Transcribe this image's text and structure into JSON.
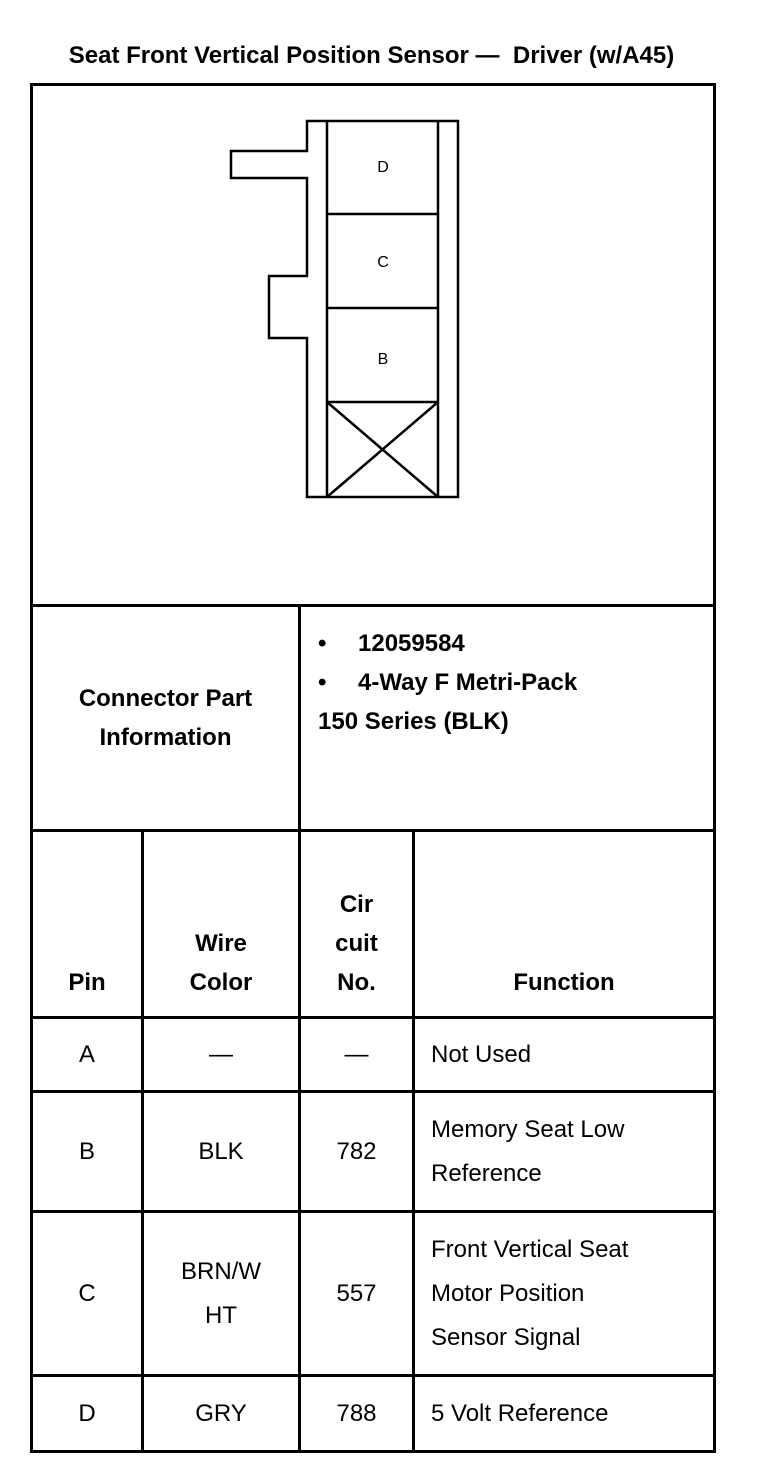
{
  "title": "Seat Front Vertical Position Sensor —  Driver (w/A45)",
  "connector_diagram": {
    "cavity_labels": [
      "D",
      "C",
      "B"
    ],
    "blocked_cavity": "A"
  },
  "connector_part_information": {
    "label_line1": "Connector Part",
    "label_line2": "Information",
    "bullet_symbol": "•",
    "part_number": "12059584",
    "description_line1": "4-Way F Metri-Pack",
    "description_line2": "150 Series (BLK)"
  },
  "table": {
    "headers": {
      "pin": "Pin",
      "wire_color_line1": "Wire",
      "wire_color_line2": "Color",
      "circuit_line1": "Cir",
      "circuit_line2": "cuit",
      "circuit_line3": "No.",
      "function": "Function"
    },
    "rows": [
      {
        "pin": "A",
        "wire_color": [
          "—"
        ],
        "circuit": "—",
        "function": [
          "Not Used"
        ]
      },
      {
        "pin": "B",
        "wire_color": [
          "BLK"
        ],
        "circuit": "782",
        "function": [
          "Memory Seat Low",
          "Reference"
        ]
      },
      {
        "pin": "C",
        "wire_color": [
          "BRN/W",
          "HT"
        ],
        "circuit": "557",
        "function": [
          "Front Vertical Seat",
          "Motor Position",
          "Sensor Signal"
        ]
      },
      {
        "pin": "D",
        "wire_color": [
          "GRY"
        ],
        "circuit": "788",
        "function": [
          "5 Volt Reference"
        ]
      }
    ]
  }
}
